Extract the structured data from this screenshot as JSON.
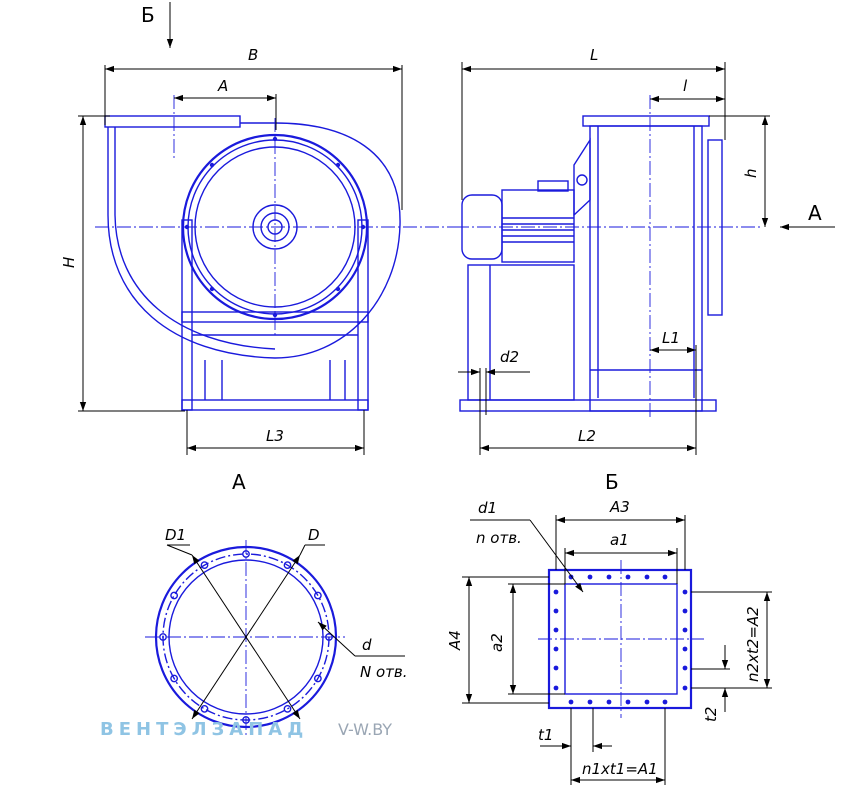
{
  "views": {
    "section_b_marker": "Б",
    "section_a_marker": "А",
    "view_a_title": "А",
    "view_b_title": "Б"
  },
  "dims": {
    "B": "B",
    "A": "A",
    "H": "H",
    "L3": "L3",
    "L": "L",
    "l": "l",
    "h": "h",
    "L1": "L1",
    "d2": "d2",
    "L2": "L2",
    "D1": "D1",
    "D": "D",
    "d": "d",
    "N_holes": "N отв.",
    "d1": "d1",
    "n_holes": "n отв.",
    "A3": "A3",
    "a1": "a1",
    "A4": "A4",
    "a2": "a2",
    "n2t2": "n2xt2=A2",
    "t2": "t2",
    "t1": "t1",
    "n1t1": "n1xt1=A1"
  },
  "watermark": {
    "brand": "ВЕНТЭЛЗАПАД",
    "site": "V-W.BY"
  },
  "colors": {
    "drawing": "#1a1adc",
    "dimension": "#000000",
    "watermark_brand": "#8fc4e4",
    "watermark_site": "#9aa6b4"
  }
}
